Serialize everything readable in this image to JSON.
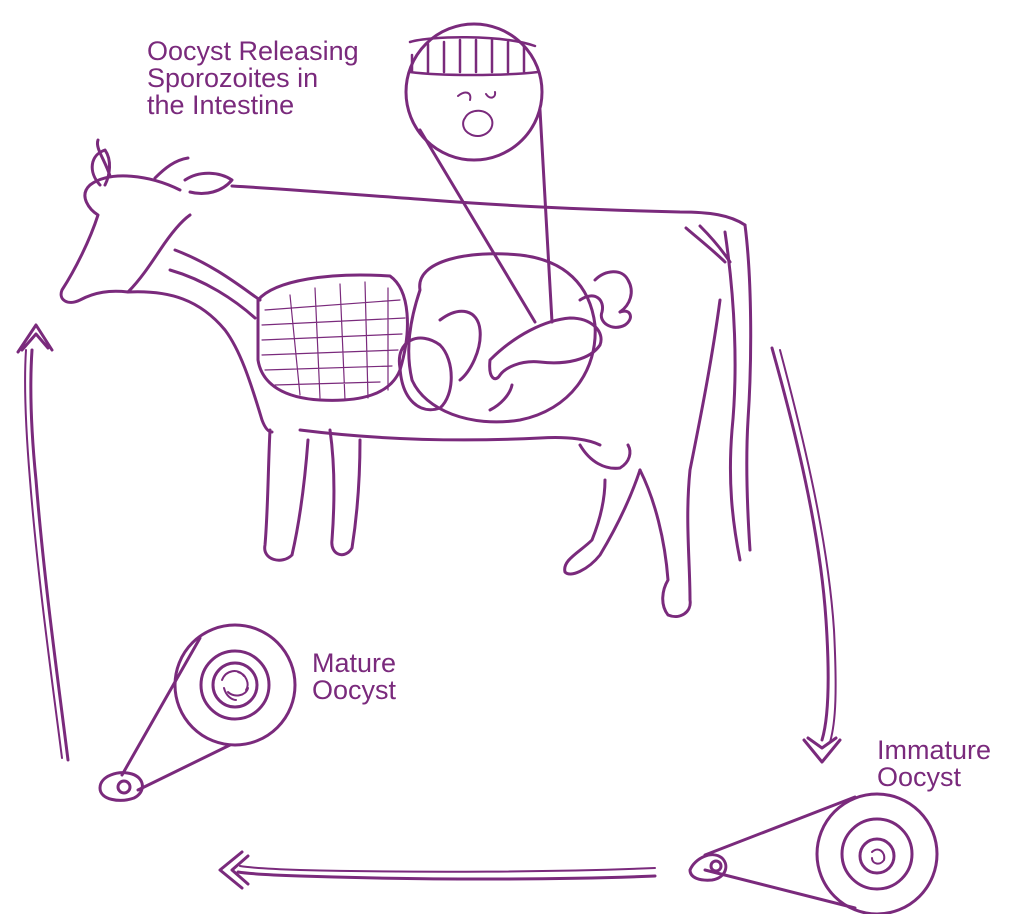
{
  "colors": {
    "stroke": "#7a2a7c",
    "background": "#ffffff"
  },
  "labels": {
    "intestine": [
      "Oocyst Releasing",
      "Sporozoites in",
      "the Intestine"
    ],
    "mature": [
      "Mature",
      "Oocyst"
    ],
    "immature": [
      "Immature",
      "Oocyst"
    ]
  }
}
